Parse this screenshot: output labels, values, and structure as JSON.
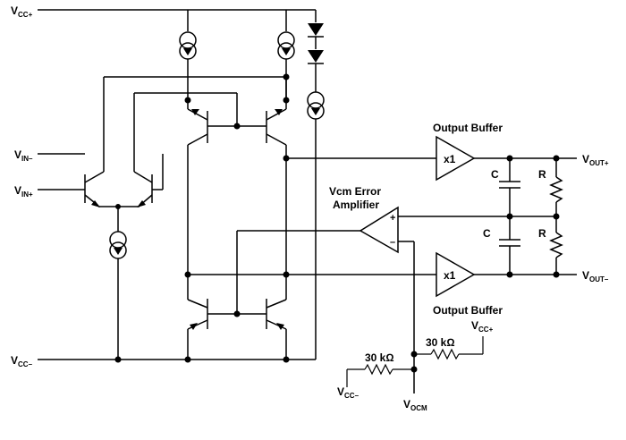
{
  "nets": {
    "vcc_pos": {
      "text": "V",
      "sub": "CC+"
    },
    "vcc_neg": {
      "text": "V",
      "sub": "CC–"
    },
    "vin_neg": {
      "text": "V",
      "sub": "IN–"
    },
    "vin_pos": {
      "text": "V",
      "sub": "IN+"
    },
    "vout_pos": {
      "text": "V",
      "sub": "OUT+"
    },
    "vout_neg": {
      "text": "V",
      "sub": "OUT–"
    },
    "vocm": {
      "text": "V",
      "sub": "OCM"
    },
    "div_vcc_pos": {
      "text": "V",
      "sub": "CC+"
    },
    "div_vcc_neg": {
      "text": "V",
      "sub": "CC–"
    }
  },
  "blocks": {
    "output_buffer_top": {
      "title": "Output Buffer",
      "gain": "x1"
    },
    "output_buffer_bottom": {
      "title": "Output Buffer",
      "gain": "x1"
    },
    "vcm_amp": {
      "title_line1": "Vcm Error",
      "title_line2": "Amplifier",
      "plus": "+",
      "minus": "–"
    }
  },
  "components": {
    "c_top": "C",
    "r_top": "R",
    "c_bottom": "C",
    "r_bottom": "R",
    "res_left": "30 kΩ",
    "res_right": "30 kΩ"
  },
  "icons": {
    "current_source": "current-source-icon",
    "diode": "diode-icon",
    "npn": "npn-transistor-icon",
    "pnp": "pnp-transistor-icon"
  }
}
